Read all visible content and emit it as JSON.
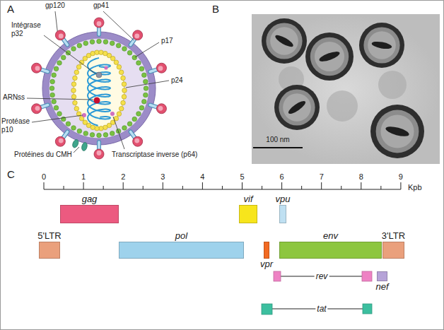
{
  "diagram": {
    "nodes": [
      {
        "text": [
          "5'LTR"
        ]
      },
      {
        "text": [
          "gag"
        ]
      },
      {
        "text": [
          "pol"
        ]
      },
      {
        "text": [
          "vif"
        ]
      },
      {
        "text": [
          "vpr"
        ]
      },
      {
        "text": [
          "vpu"
        ]
      },
      {
        "text": [
          "env"
        ]
      },
      {
        "text": [
          "nef"
        ]
      },
      {
        "text": [
          "3'LTR"
        ]
      }
    ],
    "labels": [
      "A",
      "gp120",
      "gp41",
      "B",
      "Intégrase p32",
      "p17",
      "p24",
      "ARNss",
      "Protéase p10",
      "Protéines du CMH",
      "Transcriptase inverse (p64)",
      "100 nm",
      "C",
      "0",
      "1",
      "2",
      "3",
      "4",
      "5",
      "6",
      "7",
      "8",
      "9",
      "Kpb",
      "rev",
      "tat"
    ]
  }
}
